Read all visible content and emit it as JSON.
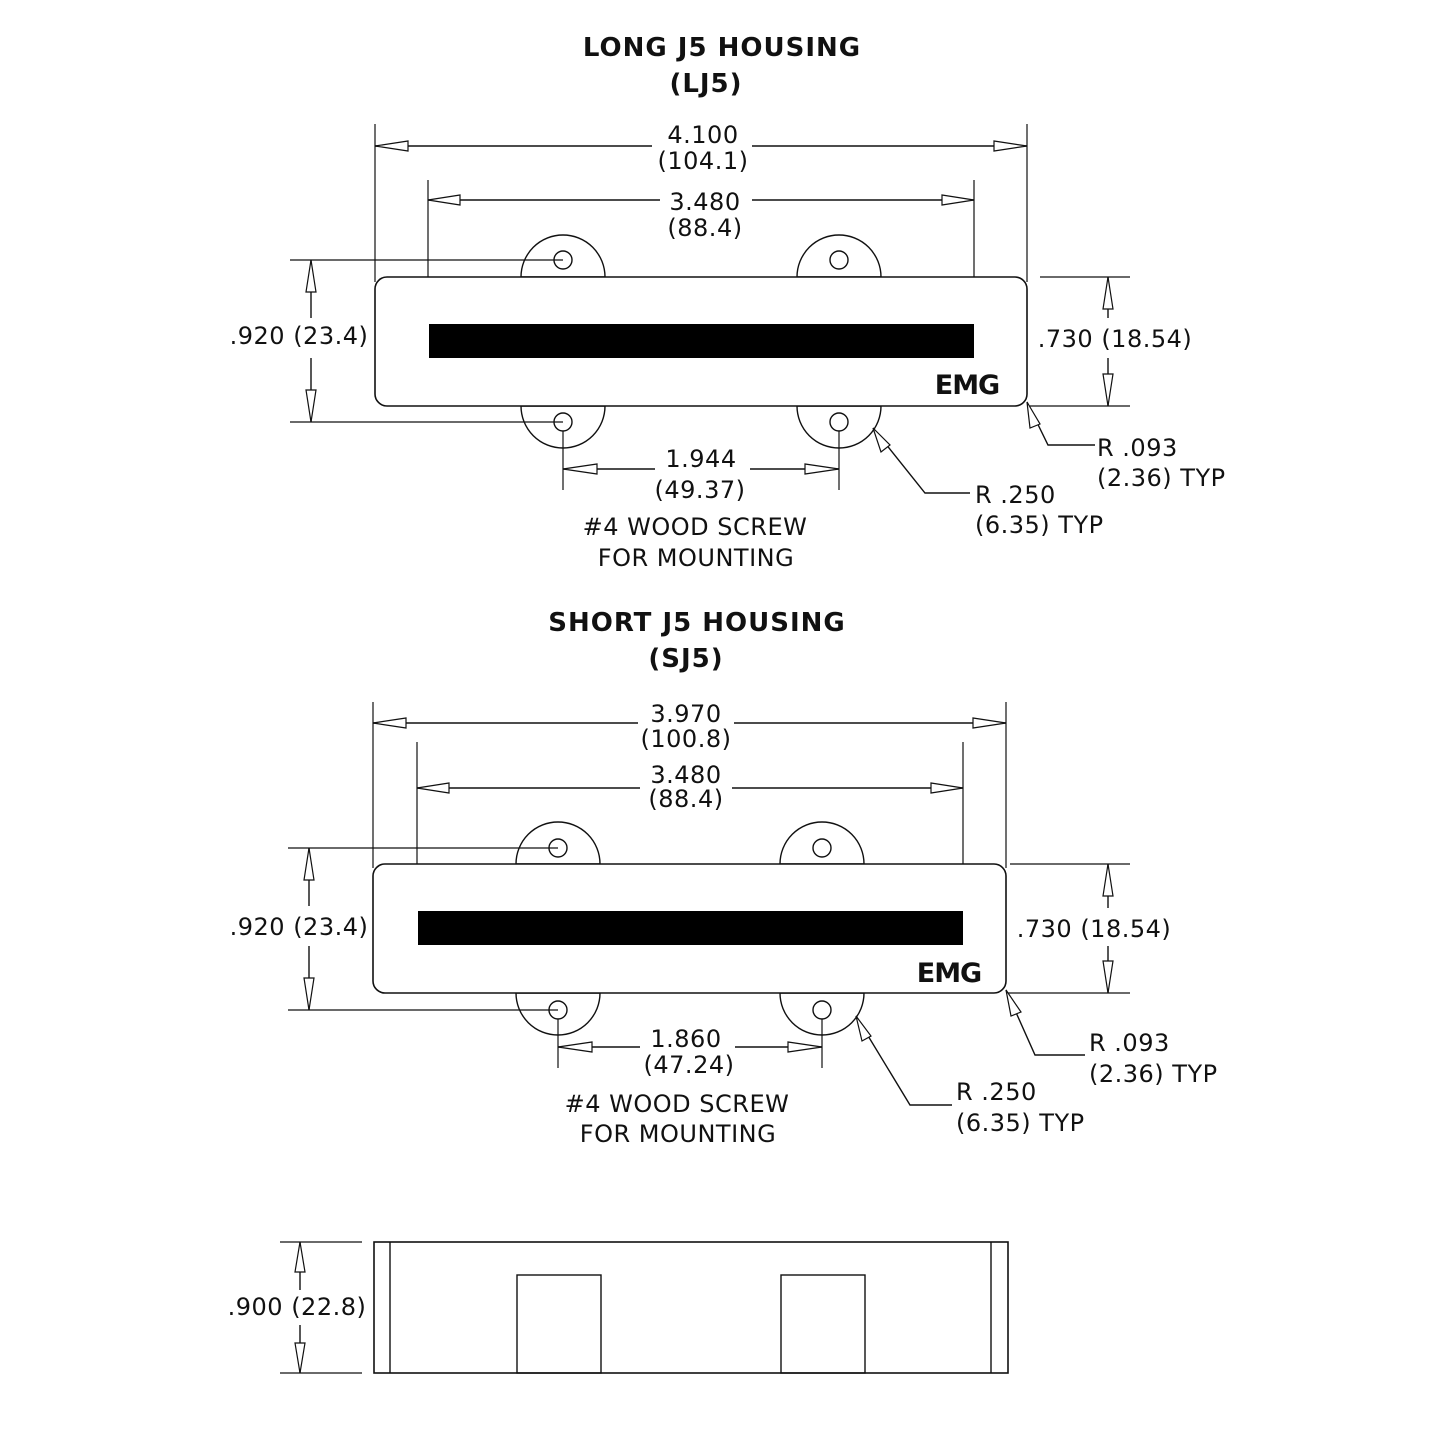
{
  "long": {
    "title_line1": "LONG J5 HOUSING",
    "title_line2": "(LJ5)",
    "overall_length": "4.100",
    "overall_length_mm": "(104.1)",
    "pole_span": "3.480",
    "pole_span_mm": "(88.4)",
    "height_with_ears": ".920 (23.4)",
    "body_height": ".730 (18.54)",
    "screw_spacing": "1.944",
    "screw_spacing_mm": "(49.37)",
    "corner_radius": "R .093",
    "corner_radius_mm": "(2.36) TYP",
    "ear_radius": "R .250",
    "ear_radius_mm": "(6.35) TYP",
    "screw_note_1": "#4 WOOD SCREW",
    "screw_note_2": "FOR MOUNTING",
    "logo": "EMG"
  },
  "short": {
    "title_line1": "SHORT J5 HOUSING",
    "title_line2": "(SJ5)",
    "overall_length": "3.970",
    "overall_length_mm": "(100.8)",
    "pole_span": "3.480",
    "pole_span_mm": "(88.4)",
    "height_with_ears": ".920 (23.4)",
    "body_height": ".730 (18.54)",
    "screw_spacing": "1.860",
    "screw_spacing_mm": "(47.24)",
    "corner_radius": "R .093",
    "corner_radius_mm": "(2.36) TYP",
    "ear_radius": "R .250",
    "ear_radius_mm": "(6.35) TYP",
    "screw_note_1": "#4 WOOD SCREW",
    "screw_note_2": "FOR MOUNTING",
    "logo": "EMG"
  },
  "side": {
    "height": ".900 (22.8)"
  }
}
